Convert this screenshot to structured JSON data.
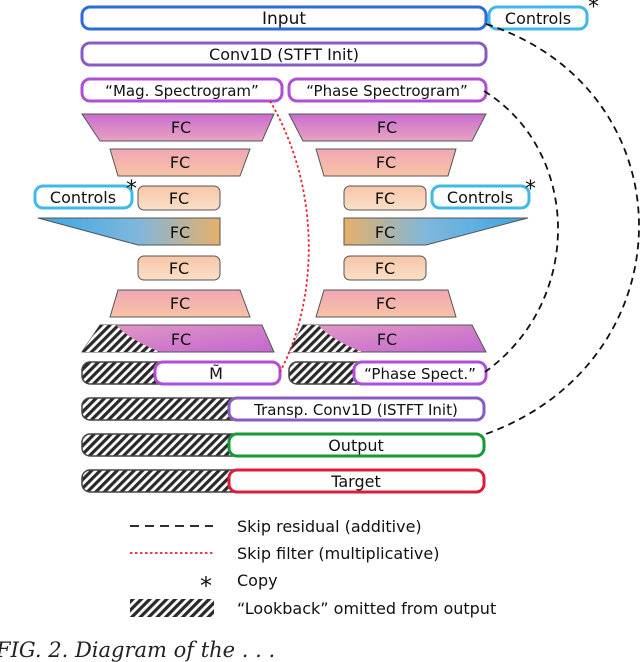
{
  "blocks": {
    "input": "Input",
    "controls_top": "Controls",
    "conv1d": "Conv1D (STFT Init)",
    "mag_spec": "“Mag. Spectrogram”",
    "phase_spec": "“Phase Spectrogram”",
    "fc": "FC",
    "controls_left": "Controls",
    "controls_right": "Controls",
    "mask": "M̃",
    "phase_spect": "“Phase Spect.”",
    "transp_conv": "Transp. Conv1D (ISTFT Init)",
    "output": "Output",
    "target": "Target"
  },
  "legend": {
    "skip_residual": "Skip residual (additive)",
    "skip_filter": "Skip filter (multiplicative)",
    "copy": "Copy",
    "lookback": "“Lookback” omitted from output"
  },
  "caption": "FIG. 2. Diagram of the . . .",
  "colors": {
    "input_border": "#2d6bdc",
    "controls_border": "#40b8e8",
    "conv_border": "#8a5bc4",
    "spec_border": "#b04ed8",
    "output_border": "#169a37",
    "target_border": "#dd1c3a",
    "fc_violet": "#cc6fc8",
    "fc_peach": "#f2b99a",
    "fc_light": "#f8d9bf",
    "skip_filter": "#e8232f"
  }
}
